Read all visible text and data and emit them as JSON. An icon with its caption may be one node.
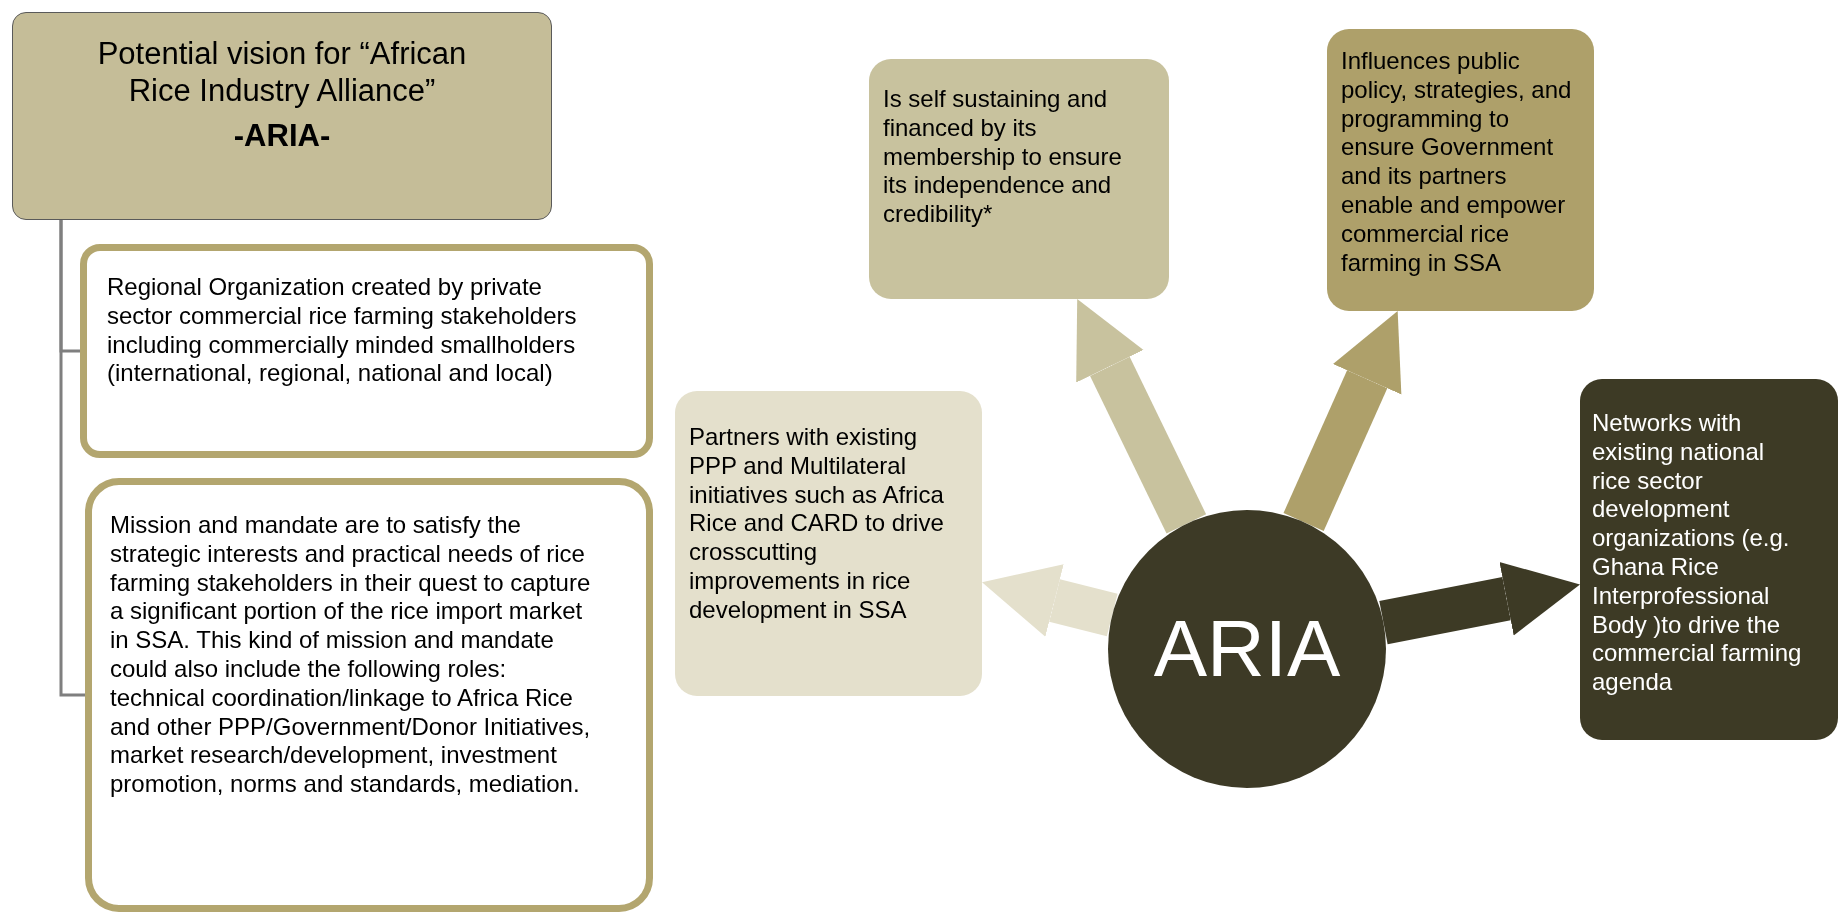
{
  "diagram": {
    "nodes": [
      {
        "text": [
          "Potential vision for “African Rice Industry Alliance”",
          "-ARIA-"
        ]
      },
      {
        "text": [
          "Regional Organization created by private sector commercial rice farming stakeholders including commercially minded smallholders (international, regional, national and local)"
        ]
      },
      {
        "text": [
          "Mission and mandate are to satisfy the strategic interests and practical needs of rice farming stakeholders in their quest to capture a significant portion of the rice import market in SSA.  This kind of mission and mandate could also include the following roles: technical coordination/linkage to Africa Rice and other PPP/Government/Donor Initiatives, market research/development, investment promotion, norms and standards, mediation."
        ]
      },
      {
        "text": [
          "Is self sustaining and financed by its membership to ensure its independence and credibility*"
        ]
      },
      {
        "text": [
          "Influences public policy, strategies, and programming to ensure Government and its partners enable and empower commercial rice farming in SSA"
        ]
      },
      {
        "text": [
          "Partners with existing PPP and Multilateral initiatives such as Africa Rice and CARD to drive crosscutting improvements in rice development in SSA"
        ]
      },
      {
        "text": [
          "Networks with existing national rice sector development organizations (e.g. Ghana Rice Interprofessional Body )to drive the commercial farming agenda"
        ]
      },
      {
        "text": [
          "ARIA"
        ]
      }
    ],
    "edges": [
      {
        "from": 0,
        "to": 1,
        "arrow": "none",
        "color": "#7f7f7f"
      },
      {
        "from": 0,
        "to": 2,
        "arrow": "none",
        "color": "#7f7f7f"
      },
      {
        "from": 7,
        "to": 5,
        "arrow": "to",
        "color": "#e4e0cc"
      },
      {
        "from": 7,
        "to": 3,
        "arrow": "to",
        "color": "#c8c29e"
      },
      {
        "from": 7,
        "to": 4,
        "arrow": "to",
        "color": "#aea06a"
      },
      {
        "from": 7,
        "to": 6,
        "arrow": "to",
        "color": "#3d3a25"
      }
    ]
  }
}
